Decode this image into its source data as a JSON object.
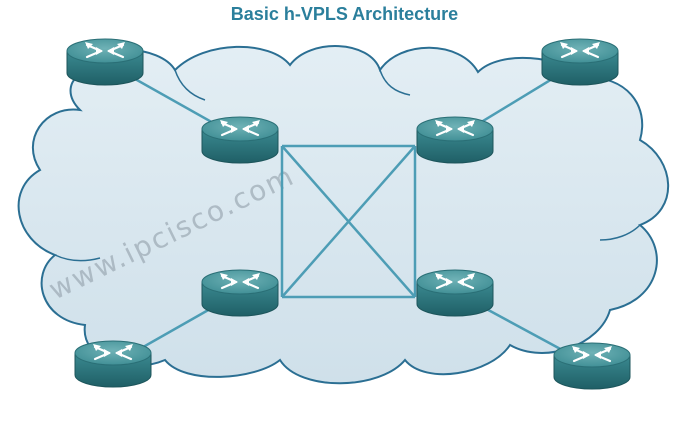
{
  "title": "Basic h-VPLS Architecture",
  "watermark": "www.ipcisco.com",
  "colors": {
    "title": "#2b7f9c",
    "cloud_fill": "#d7e6ef",
    "cloud_stroke": "#2b6f93",
    "link": "#4d9db5",
    "router_top": "#3d8d94",
    "router_side": "#2a6f76"
  },
  "nodes": [
    {
      "id": "r-top-left-edge",
      "role": "edge",
      "icon": "router-icon"
    },
    {
      "id": "r-top-right-edge",
      "role": "edge",
      "icon": "router-icon"
    },
    {
      "id": "r-bottom-left-edge",
      "role": "edge",
      "icon": "router-icon"
    },
    {
      "id": "r-bottom-right-edge",
      "role": "edge",
      "icon": "router-icon"
    },
    {
      "id": "r-core-top-left",
      "role": "core",
      "icon": "router-icon"
    },
    {
      "id": "r-core-top-right",
      "role": "core",
      "icon": "router-icon"
    },
    {
      "id": "r-core-bottom-left",
      "role": "core",
      "icon": "router-icon"
    },
    {
      "id": "r-core-bottom-right",
      "role": "core",
      "icon": "router-icon"
    }
  ],
  "links": [
    [
      "r-top-left-edge",
      "r-core-top-left"
    ],
    [
      "r-top-right-edge",
      "r-core-top-right"
    ],
    [
      "r-bottom-left-edge",
      "r-core-bottom-left"
    ],
    [
      "r-bottom-right-edge",
      "r-core-bottom-right"
    ],
    [
      "r-core-top-left",
      "r-core-top-right"
    ],
    [
      "r-core-top-left",
      "r-core-bottom-left"
    ],
    [
      "r-core-top-right",
      "r-core-bottom-right"
    ],
    [
      "r-core-bottom-left",
      "r-core-bottom-right"
    ],
    [
      "r-core-top-left",
      "r-core-bottom-right"
    ],
    [
      "r-core-top-right",
      "r-core-bottom-left"
    ]
  ]
}
